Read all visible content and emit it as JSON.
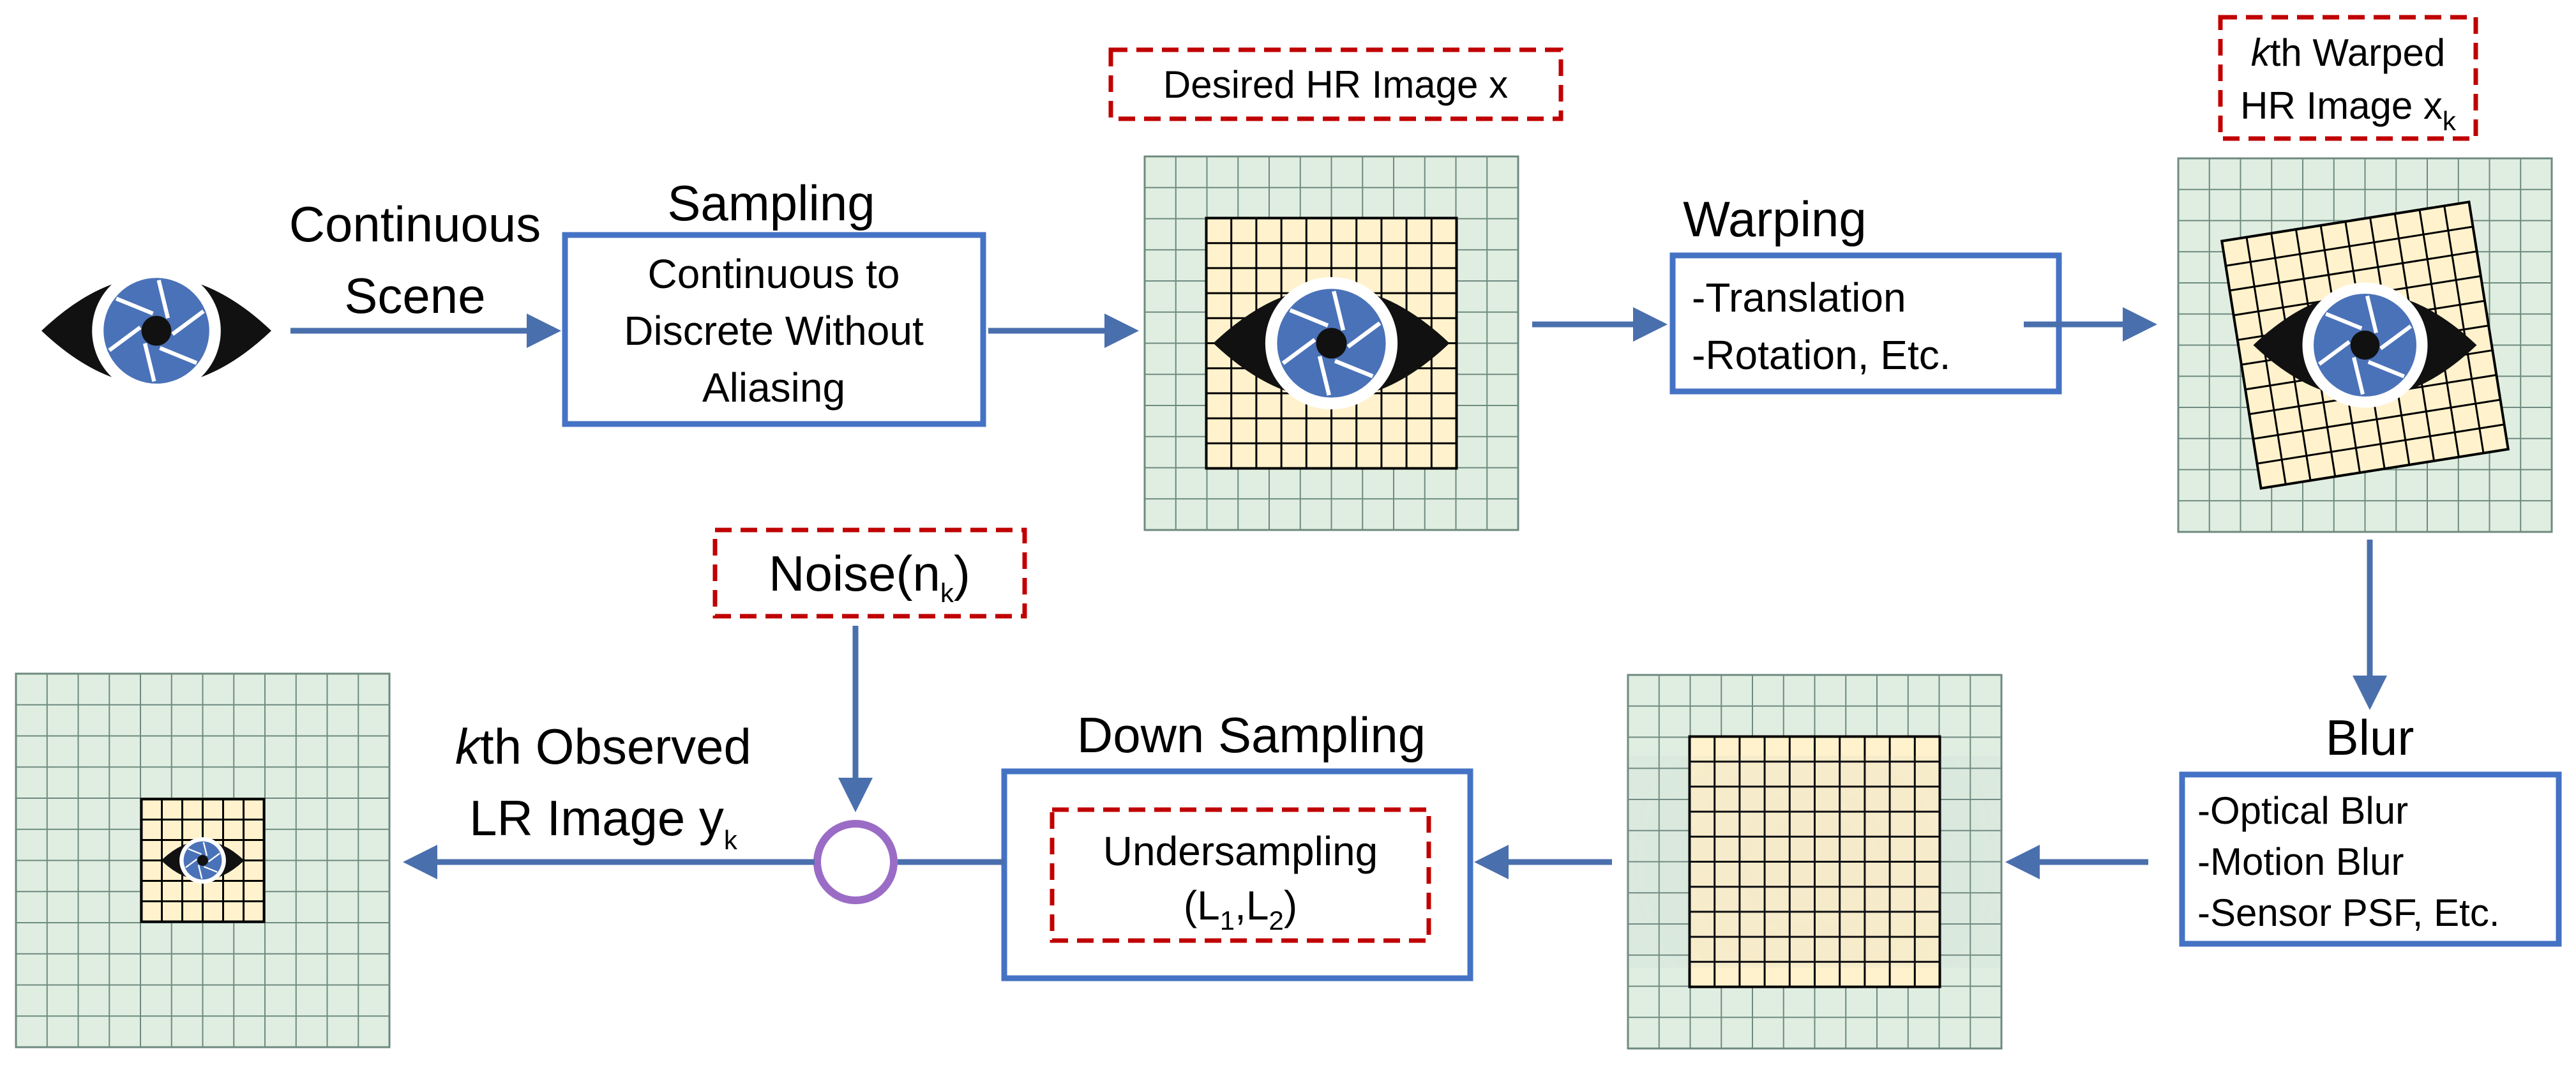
{
  "diagram": {
    "continuous_scene": {
      "line1": "Continuous",
      "line2": "Scene"
    },
    "sampling": {
      "title": "Sampling",
      "line1": "Continuous to",
      "line2": "Discrete Without",
      "line3": "Aliasing"
    },
    "desired_hr": {
      "label": "Desired HR Image x"
    },
    "warping": {
      "title": "Warping",
      "line1": "-Translation",
      "line2": "-Rotation, Etc."
    },
    "warped_hr": {
      "line1_italic": "k",
      "line1_rest": "th Warped",
      "line2": "HR Image x",
      "line2_sub": "k"
    },
    "blur": {
      "title": "Blur",
      "line1": "-Optical Blur",
      "line2": "-Motion Blur",
      "line3": "-Sensor PSF, Etc."
    },
    "down_sampling": {
      "title": "Down Sampling",
      "line1": "Undersampling",
      "line2_pre": "(L",
      "sub1": "1",
      "mid": ",L",
      "sub2": "2",
      "post": ")"
    },
    "noise": {
      "pre": "Noise(n",
      "sub": "k",
      "post": ")"
    },
    "observed_lr": {
      "line1_italic": "k",
      "line1_rest": "th Observed",
      "line2": "LR Image y",
      "line2_sub": "k"
    }
  },
  "colors": {
    "box_border": "#4472c4",
    "dashed_border": "#c00000",
    "arrow": "#4a6fad",
    "grid_bg": "#dfeee0",
    "grid_line": "#6f8a80",
    "inner_bg": "#fff2cc",
    "iris": "#4a72b8",
    "noise_circle": "#9b6cc6"
  },
  "icons": [
    "eye-icon"
  ]
}
